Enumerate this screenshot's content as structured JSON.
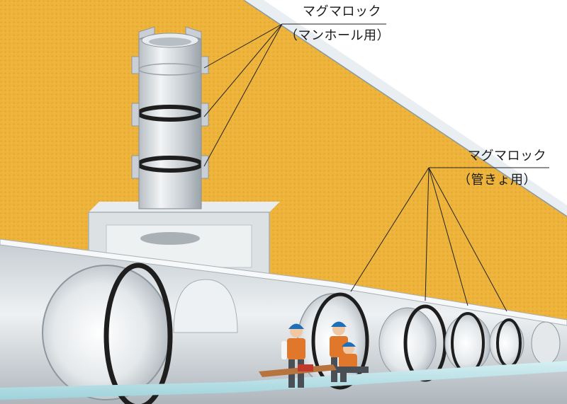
{
  "callouts": {
    "manhole": {
      "title": "マグマロック",
      "subtitle": "（マンホール用）"
    },
    "pipe": {
      "title": "マグマロック",
      "subtitle": "（管きょ用）"
    }
  },
  "colors": {
    "soil": "#EDB33A",
    "soil_edge": "#C8952C",
    "concrete": "#D9DEE2",
    "concrete_dark": "#9AA3AA",
    "seal_band": "#1E1E1E",
    "water": "#BFE4EA",
    "worker_vest": "#E0772A",
    "worker_helmet": "#1E6FB8",
    "leader_line": "#222222"
  }
}
